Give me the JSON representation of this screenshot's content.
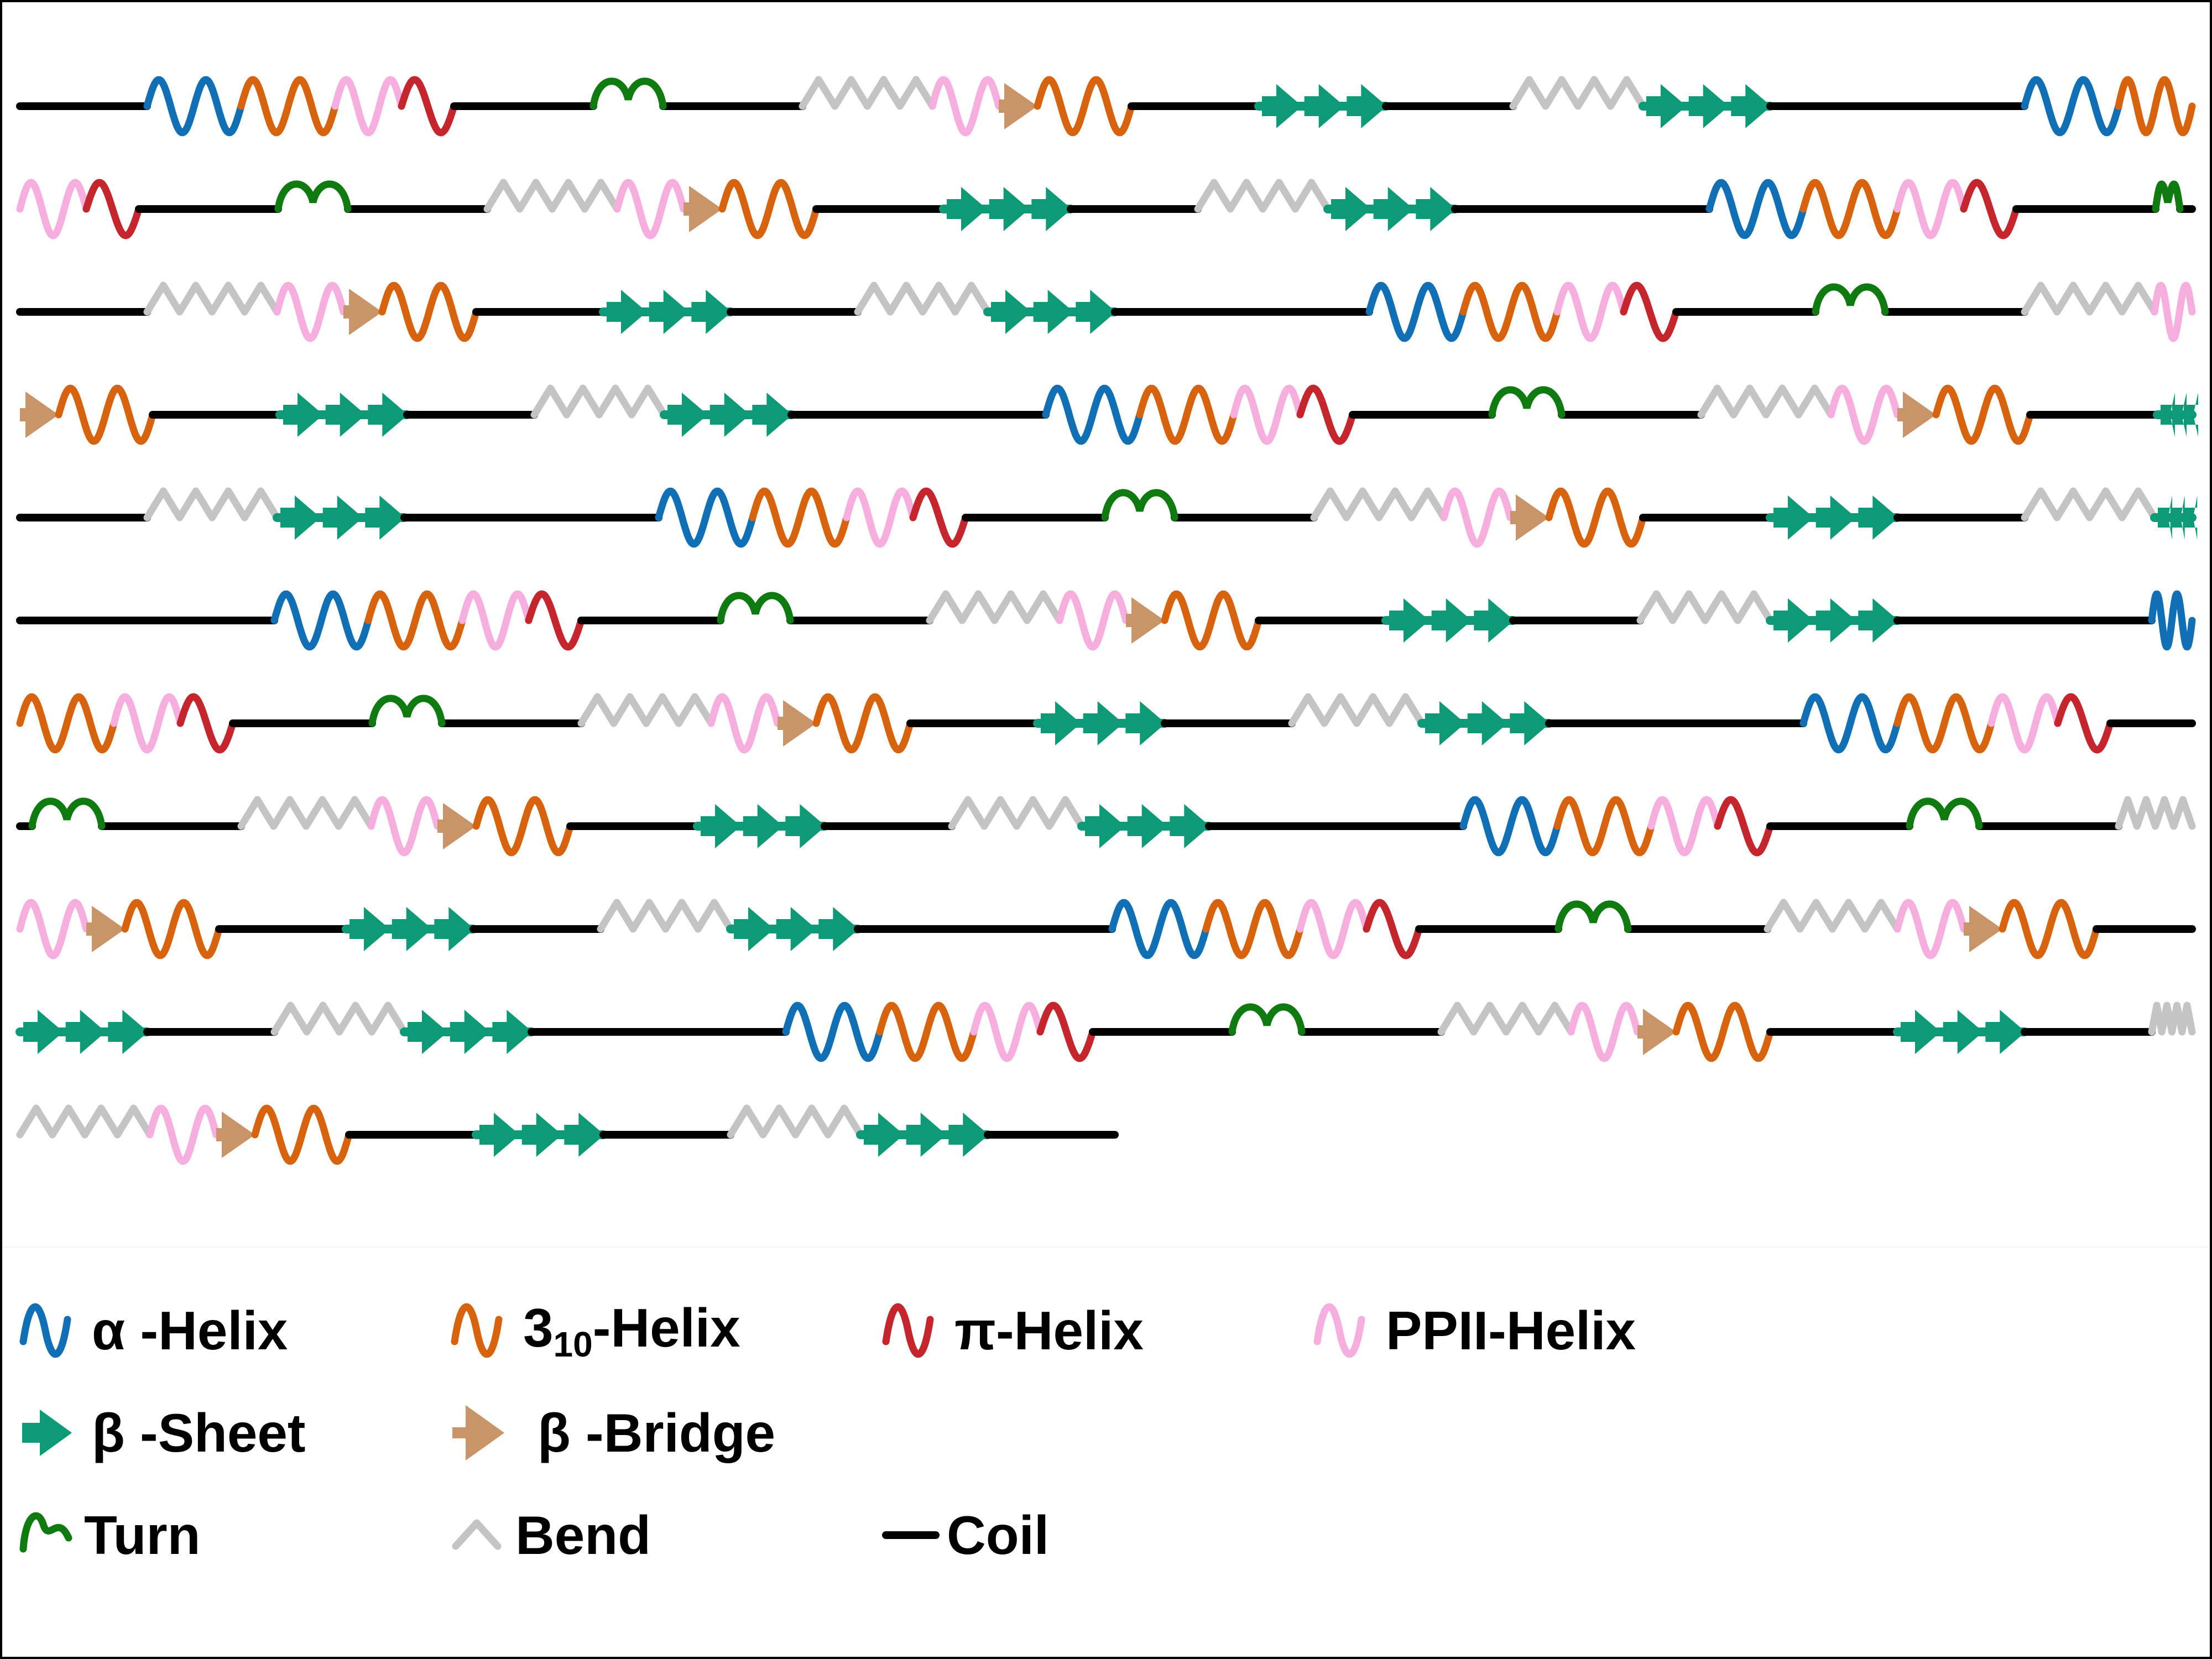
{
  "colors": {
    "alpha_helix": "#1170b5",
    "helix_310": "#d8630f",
    "pi_helix": "#c5262e",
    "ppii_helix": "#f6aede",
    "beta_sheet": "#0f9a77",
    "beta_bridge": "#c99467",
    "turn": "#0f7a10",
    "bend": "#c4c4c4",
    "coil": "#000000"
  },
  "pattern": [
    "coil",
    "alpha",
    "310",
    "ppii",
    "pi",
    "coil",
    "turn",
    "coil",
    "bend",
    "ppii",
    "bridge",
    "310",
    "coil",
    "sheet",
    "coil",
    "bend",
    "sheet",
    "coil"
  ],
  "last_row_pattern": [
    "bend",
    "ppii",
    "bridge",
    "310",
    "coil",
    "sheet",
    "coil",
    "bend",
    "sheet",
    "coil"
  ],
  "legend": {
    "alpha": {
      "greek": "α",
      "rest": " -Helix"
    },
    "h310": {
      "main": "3",
      "sub": "10",
      "rest": "-Helix"
    },
    "pi": {
      "label": "π-Helix"
    },
    "ppii": {
      "label": "PPII-Helix"
    },
    "sheet": {
      "greek": "β",
      "rest": " -Sheet"
    },
    "bridge": {
      "greek": "β",
      "rest": " -Bridge"
    },
    "turn": {
      "label": "Turn"
    },
    "bend": {
      "label": "Bend"
    },
    "coil": {
      "label": "Coil"
    }
  }
}
